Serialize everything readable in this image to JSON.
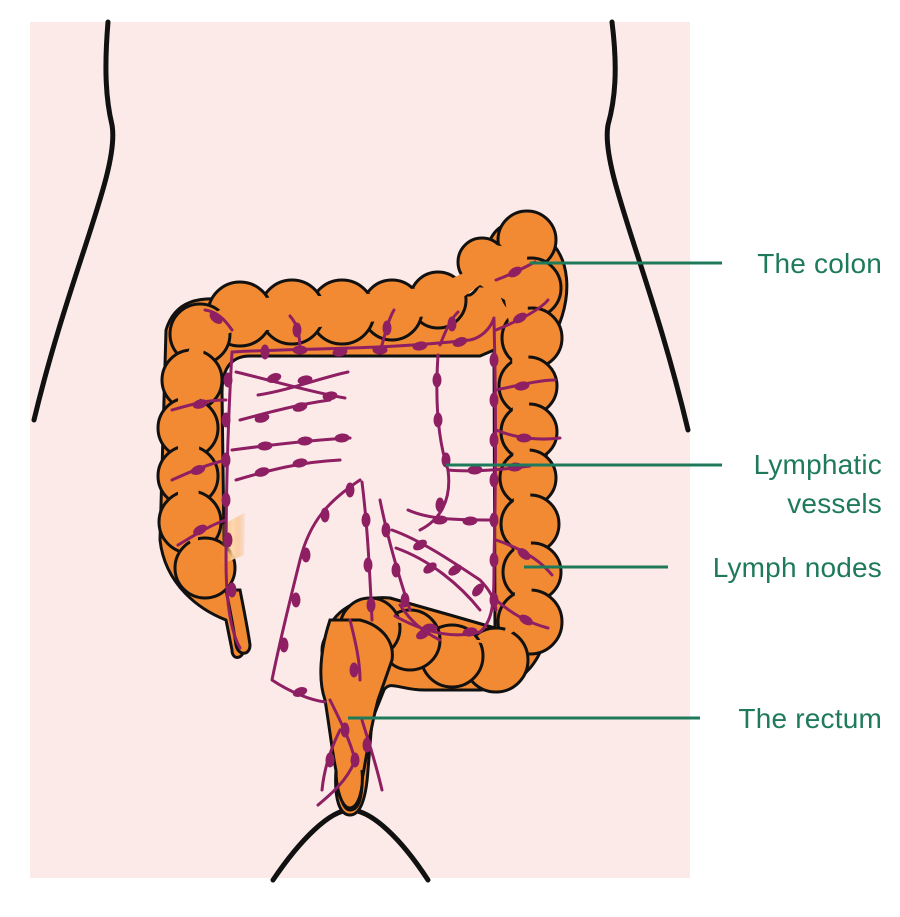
{
  "labels": {
    "colon": "The colon",
    "lymphatic_line1": "Lymphatic",
    "lymphatic_line2": "vessels",
    "lymph_nodes": "Lymph nodes",
    "rectum": "The rectum"
  },
  "colors": {
    "skin_background": "#fceae8",
    "colon_fill": "#f18a32",
    "lymph_vessel": "#8e1f63",
    "label_text": "#1f7a5c",
    "outline": "#111111"
  }
}
